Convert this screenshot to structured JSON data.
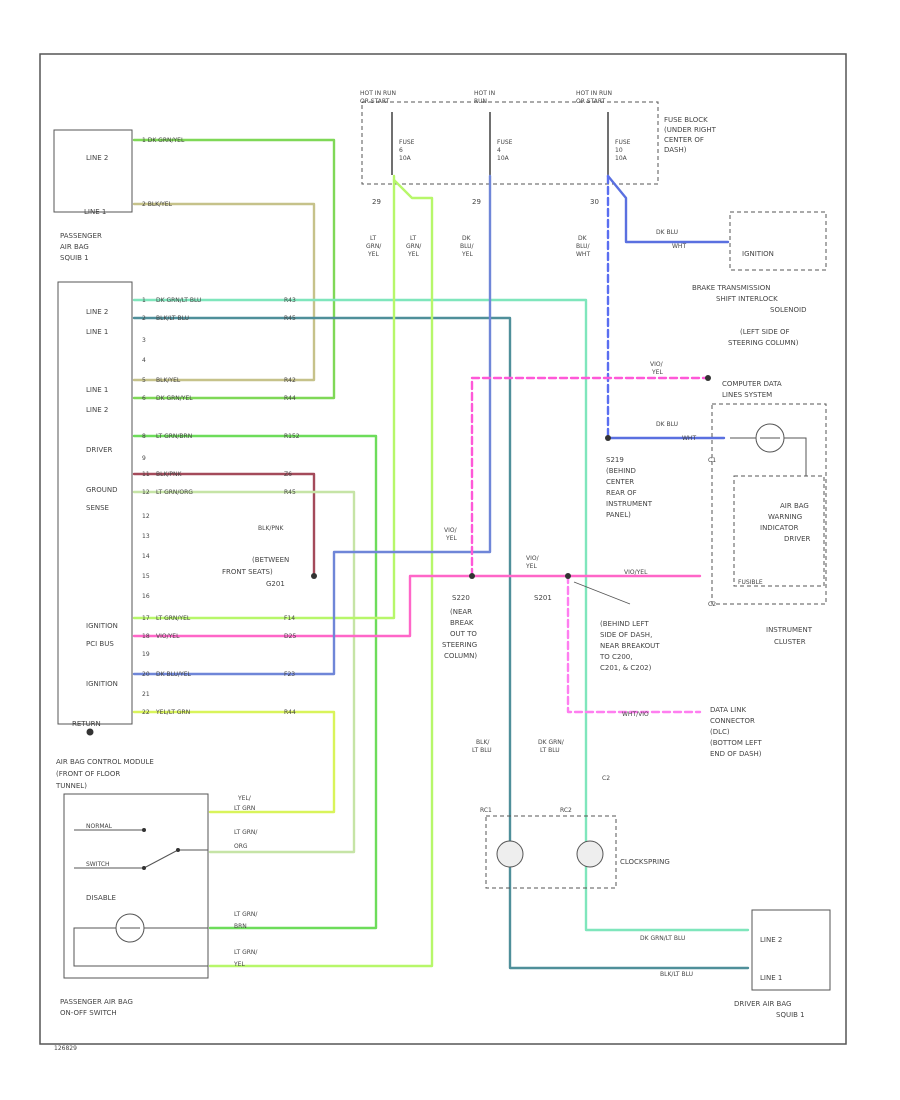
{
  "colors": {
    "dk_grn_yel": "#7fd857",
    "blk_yel": "#c6c28a",
    "dk_grn_lt_blu": "#7fe6bc",
    "blk_lt_blu": "#4f8f9a",
    "lt_grn_brn": "#6ddc5a",
    "blk_pnk": "#a44a5a",
    "lt_grn_org": "#c6e4a6",
    "lt_grn_yel": "#b7f76a",
    "vio_yel": "#ff66c8",
    "dk_blu_yel": "#6f86d8",
    "yel_lt_grn": "#d9f45a",
    "lt_grn_red": "#a7ee70",
    "dk_blu": "#5a70e0",
    "dk_blu_wht": "#5a6ef0",
    "vio": "#ff58d8",
    "wht_vio": "#ff7ef0",
    "frame": "#555555"
  },
  "texts": {
    "fuse_block": [
      "FUSE BLOCK",
      "(UNDER RIGHT",
      "CENTER OF",
      "DASH)"
    ],
    "hot_run1": [
      "HOT IN RUN",
      "OR START"
    ],
    "hot_run2": [
      "HOT IN",
      "RUN"
    ],
    "hot_run3": [
      "HOT IN RUN",
      "OR START"
    ],
    "fuse1": [
      "FUSE",
      "6",
      "10A"
    ],
    "fuse2": [
      "FUSE",
      "4",
      "10A"
    ],
    "fuse3": [
      "FUSE",
      "10",
      "10A"
    ],
    "num1": "29",
    "num2": "29",
    "num3": "30",
    "wire_lt_grn_yel_a": [
      "LT",
      "GRN/",
      "YEL"
    ],
    "wire_lt_grn_yel_b": [
      "LT",
      "GRN/",
      "YEL"
    ],
    "wire_dk_blu_yel": [
      "DK",
      "BLU/",
      "YEL"
    ],
    "wire_dk_blu_wht": [
      "DK",
      "BLU/",
      "WHT"
    ],
    "ignition": "IGNITION",
    "dk_blu_lbl": [
      "DK BLU",
      "WHT"
    ],
    "brake_trans": [
      "BRAKE TRANSMISSION",
      "SHIFT INTERLOCK",
      "SOLENOID",
      "(LEFT SIDE OF",
      "STEERING COLUMN)"
    ],
    "pass_sq1": [
      "PASSENGER",
      "AIR BAG",
      "SQUIB 1"
    ],
    "pass_line2": "LINE 2",
    "pass_line1": "LINE 1",
    "pass_w1": "1  DK GRN/YEL",
    "pass_w2": "2  BLK/YEL",
    "module_rows": [
      {
        "label": "LINE 2",
        "pin": "1",
        "wire": "DK GRN/LT BLU",
        "code": "R43"
      },
      {
        "label": "LINE 1",
        "pin": "2",
        "wire": "BLK/LT BLU",
        "code": "R45"
      },
      {
        "label": "",
        "pin": "3",
        "wire": "",
        "code": ""
      },
      {
        "label": "",
        "pin": "4",
        "wire": "",
        "code": ""
      },
      {
        "label": "LINE 1",
        "pin": "5",
        "wire": "BLK/YEL",
        "code": "R42"
      },
      {
        "label": "LINE 2",
        "pin": "6",
        "wire": "DK GRN/YEL",
        "code": "R44"
      },
      {
        "label": "DRIVER",
        "pin": "8",
        "wire": "LT GRN/BRN",
        "code": "R152"
      },
      {
        "label": "",
        "pin": "9",
        "wire": "",
        "code": ""
      },
      {
        "label": "GROUND",
        "pin": "11",
        "wire": "BLK/PNK",
        "code": "Z6"
      },
      {
        "label": "SENSE",
        "pin": "12",
        "wire": "LT GRN/ORG",
        "code": "R45"
      }
    ],
    "module_pins": [
      "12",
      "13",
      "14",
      "15",
      "16"
    ],
    "module_lower": [
      {
        "label": "IGNITION",
        "pin": "17",
        "wire": "LT GRN/YEL",
        "code": "F14"
      },
      {
        "label": "PCI BUS",
        "pin": "18",
        "wire": "VIO/YEL",
        "code": "D25"
      },
      {
        "label": "",
        "pin": "19",
        "wire": "",
        "code": ""
      },
      {
        "label": "IGNITION",
        "pin": "20",
        "wire": "DK BLU/YEL",
        "code": "F23"
      },
      {
        "label": "",
        "pin": "21",
        "wire": "",
        "code": ""
      },
      {
        "label": "RETURN",
        "pin": "22",
        "wire": "YEL/LT GRN",
        "code": "R44"
      }
    ],
    "blk_pnk_lbl": "BLK/PNK",
    "between_seats": [
      "(BETWEEN",
      "FRONT SEATS)",
      "G201"
    ],
    "acm": [
      "AIR BAG CONTROL MODULE",
      "(FRONT OF FLOOR",
      "TUNNEL)"
    ],
    "vio_yel_lbl": [
      "VIO/",
      "YEL"
    ],
    "vio_yel_lbl2": [
      "VIO/",
      "YEL"
    ],
    "vio_lbl": [
      "VIO/",
      "YEL"
    ],
    "s220": "S220",
    "s201": "S201",
    "s220_loc": [
      "(NEAR",
      "BREAK",
      "OUT TO",
      "STEERING",
      "COLUMN)"
    ],
    "s201_loc": [
      "(BEHIND LEFT",
      "SIDE OF DASH,",
      "NEAR BREAKOUT",
      "TO C200,",
      "C201, & C202)"
    ],
    "s219": [
      "S219",
      "(BEHIND",
      "CENTER",
      "REAR OF",
      "INSTRUMENT",
      "PANEL)"
    ],
    "computer_data": [
      "COMPUTER DATA",
      "LINES SYSTEM"
    ],
    "c1": "C1",
    "c2": "C2",
    "warning": [
      "AIR BAG",
      "WARNING",
      "INDICATOR",
      "DRIVER"
    ],
    "fusible": "FUSIBLE",
    "instrument": [
      "INSTRUMENT",
      "CLUSTER"
    ],
    "vio_yel_ic": "VIO/YEL",
    "data_link": [
      "DATA LINK",
      "CONNECTOR",
      "(DLC)",
      "(BOTTOM LEFT",
      "END OF DASH)"
    ],
    "wht_vio_lbl": "WHT/VIO",
    "blk_lt_blu_lbl": [
      "BLK/",
      "LT BLU"
    ],
    "dk_grn_lt_blu_lbl": [
      "DK GRN/",
      "LT BLU"
    ],
    "c2b": "C2",
    "clockspring": "CLOCKSPRING",
    "rc1": "RC1",
    "rc2": "RC2",
    "switch_labels": [
      "YEL/",
      "LT GRN",
      "LT GRN/",
      "ORG",
      "LT GRN/",
      "BRN",
      "LT GRN/",
      "YEL"
    ],
    "pass_switch": [
      "PASSENGER AIR BAG",
      "ON-OFF SWITCH"
    ],
    "switch_inner": [
      "NORMAL",
      "SWITCH",
      "DISABLE"
    ],
    "driver_sq": [
      "DRIVER AIR BAG",
      "SQUIB 1"
    ],
    "dr_line2": "LINE 2",
    "dr_line1": "LINE 1",
    "dr_w1": "DK GRN/LT BLU",
    "dr_w2": "BLK/LT BLU",
    "fig_id": "126829"
  }
}
